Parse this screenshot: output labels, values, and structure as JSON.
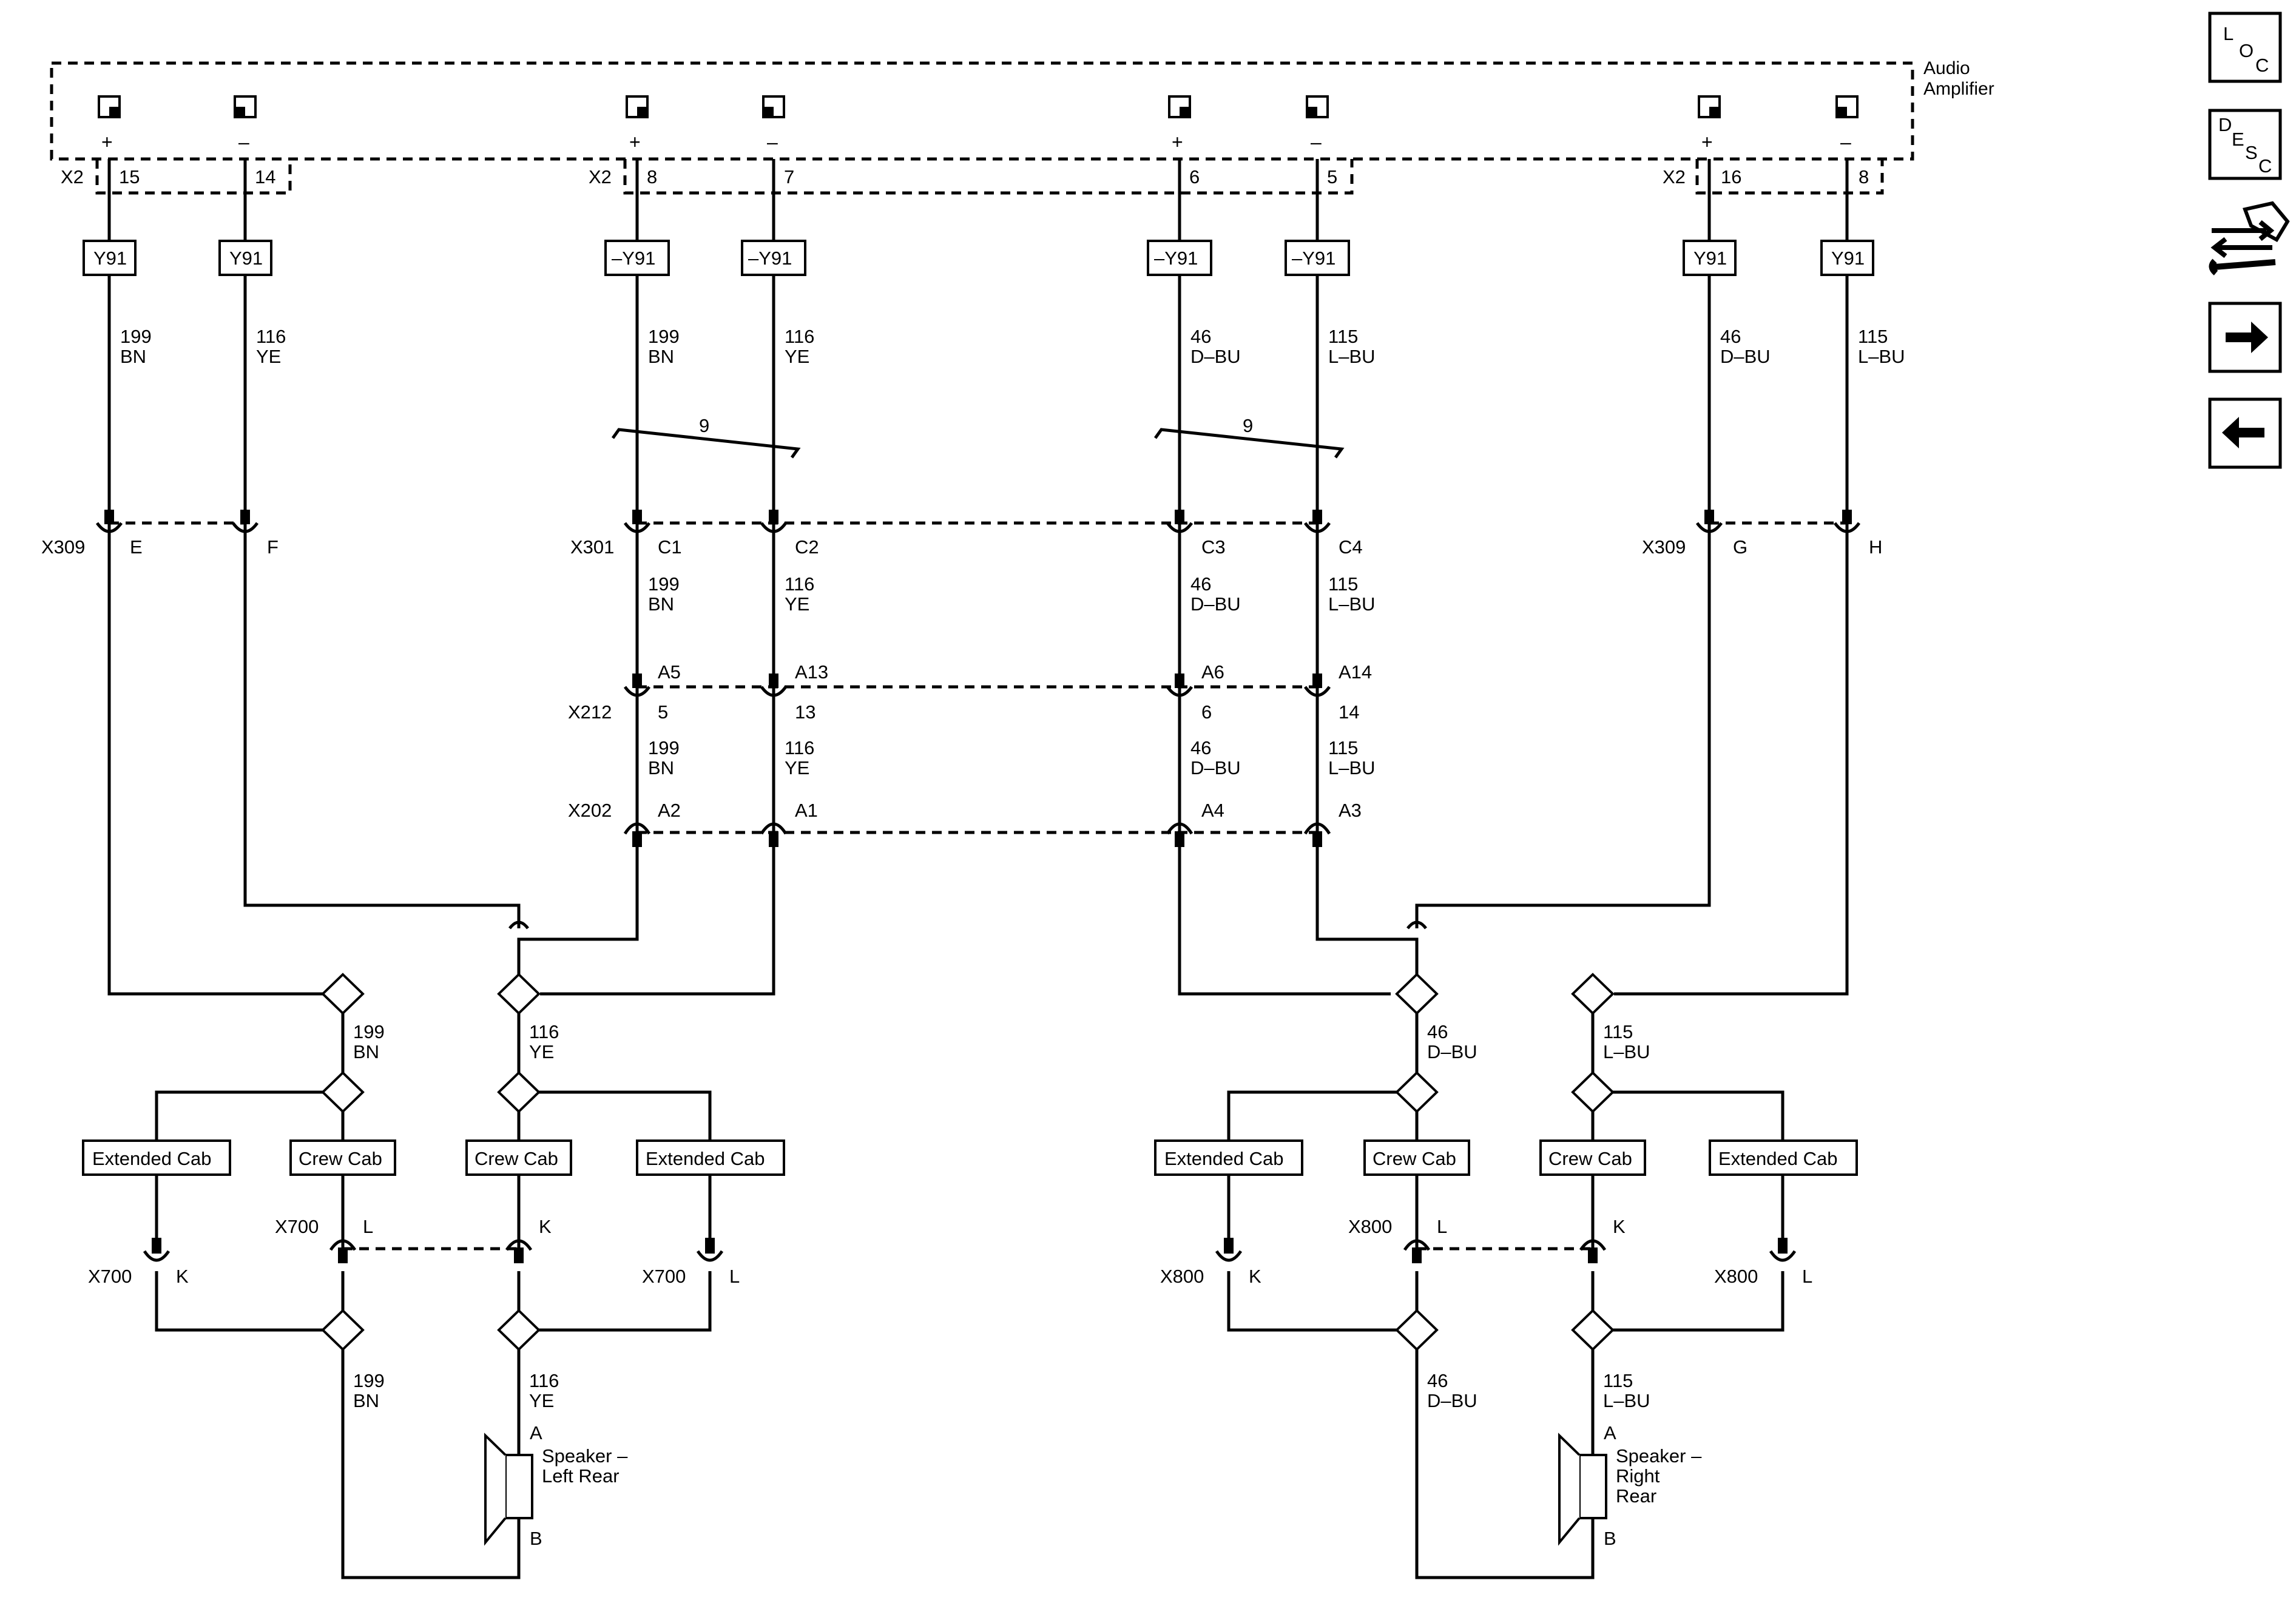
{
  "module": {
    "title_line1": "Audio",
    "title_line2": "Amplifier"
  },
  "amp_pins": [
    {
      "pol": "+",
      "conn": "X2",
      "num": "15"
    },
    {
      "pol": "–",
      "conn": "",
      "num": "14"
    },
    {
      "pol": "+",
      "conn": "X2",
      "num": "8"
    },
    {
      "pol": "–",
      "conn": "",
      "num": "7"
    },
    {
      "pol": "+",
      "conn": "",
      "num": "6"
    },
    {
      "pol": "–",
      "conn": "",
      "num": "5"
    },
    {
      "pol": "+",
      "conn": "X2",
      "num": "16"
    },
    {
      "pol": "–",
      "conn": "",
      "num": "8"
    }
  ],
  "options": [
    "Y91",
    "Y91",
    "–Y91",
    "–Y91",
    "–Y91",
    "–Y91",
    "Y91",
    "Y91"
  ],
  "wires_top": [
    {
      "circuit": "199",
      "color": "BN"
    },
    {
      "circuit": "116",
      "color": "YE"
    },
    {
      "circuit": "199",
      "color": "BN"
    },
    {
      "circuit": "116",
      "color": "YE"
    },
    {
      "circuit": "46",
      "color": "D–BU"
    },
    {
      "circuit": "115",
      "color": "L–BU"
    },
    {
      "circuit": "46",
      "color": "D–BU"
    },
    {
      "circuit": "115",
      "color": "L–BU"
    }
  ],
  "twist_count": [
    "9",
    "9"
  ],
  "connectors": {
    "x309_left": {
      "name": "X309",
      "pins": [
        "E",
        "F"
      ]
    },
    "x301": {
      "name": "X301",
      "pins": [
        "C1",
        "C2",
        "C3",
        "C4"
      ]
    },
    "x309_right": {
      "name": "X309",
      "pins": [
        "G",
        "H"
      ]
    },
    "x212": {
      "name": "X212",
      "pins_top": [
        "A5",
        "A13",
        "A6",
        "A14"
      ],
      "pins_bottom": [
        "5",
        "13",
        "6",
        "14"
      ]
    },
    "x202": {
      "name": "X202",
      "pins": [
        "A2",
        "A1",
        "A4",
        "A3"
      ]
    }
  },
  "wires_mid1": [
    {
      "circuit": "199",
      "color": "BN"
    },
    {
      "circuit": "116",
      "color": "YE"
    },
    {
      "circuit": "46",
      "color": "D–BU"
    },
    {
      "circuit": "115",
      "color": "L–BU"
    }
  ],
  "wires_mid2": [
    {
      "circuit": "199",
      "color": "BN"
    },
    {
      "circuit": "116",
      "color": "YE"
    },
    {
      "circuit": "46",
      "color": "D–BU"
    },
    {
      "circuit": "115",
      "color": "L–BU"
    }
  ],
  "left": {
    "splice_wires": [
      {
        "circuit": "199",
        "color": "BN"
      },
      {
        "circuit": "116",
        "color": "YE"
      }
    ],
    "cab_options": [
      "Extended Cab",
      "Crew Cab",
      "Crew Cab",
      "Extended Cab"
    ],
    "conn_mid": {
      "name": "X700",
      "pins": [
        "L",
        "K"
      ]
    },
    "conn_ext_left": {
      "name": "X700",
      "pin": "K"
    },
    "conn_ext_right": {
      "name": "X700",
      "pin": "L"
    },
    "speaker_wires": [
      {
        "circuit": "199",
        "color": "BN"
      },
      {
        "circuit": "116",
        "color": "YE"
      }
    ],
    "speaker": {
      "line1": "Speaker –",
      "line2": "Left Rear",
      "pin_a": "A",
      "pin_b": "B"
    }
  },
  "right": {
    "splice_wires": [
      {
        "circuit": "46",
        "color": "D–BU"
      },
      {
        "circuit": "115",
        "color": "L–BU"
      }
    ],
    "cab_options": [
      "Extended Cab",
      "Crew Cab",
      "Crew Cab",
      "Extended Cab"
    ],
    "conn_mid": {
      "name": "X800",
      "pins": [
        "L",
        "K"
      ]
    },
    "conn_ext_left": {
      "name": "X800",
      "pin": "K"
    },
    "conn_ext_right": {
      "name": "X800",
      "pin": "L"
    },
    "speaker_wires": [
      {
        "circuit": "46",
        "color": "D–BU"
      },
      {
        "circuit": "115",
        "color": "L–BU"
      }
    ],
    "speaker": {
      "line1": "Speaker –",
      "line2": "Right",
      "line3": "Rear",
      "pin_a": "A",
      "pin_b": "B"
    }
  },
  "nav": {
    "loc": {
      "c1": "L",
      "c2": "O",
      "c3": "C"
    },
    "desc": {
      "c1": "D",
      "c2": "E",
      "c3": "S",
      "c4": "C"
    },
    "icons": [
      "loc-button",
      "desc-button",
      "connector-view-icon",
      "next-page-arrow",
      "previous-page-arrow"
    ]
  }
}
